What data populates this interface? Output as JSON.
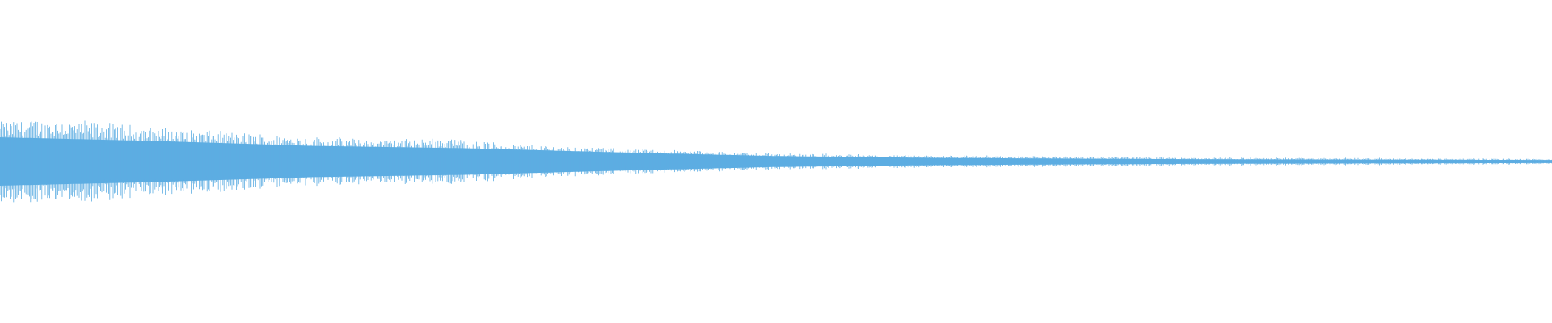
{
  "waveform": {
    "color": "#5dade2",
    "background": "#ffffff",
    "peak_envelope": [
      {
        "t": 0.0,
        "amp": 0.68
      },
      {
        "t": 0.03,
        "amp": 0.74
      },
      {
        "t": 0.06,
        "amp": 0.68
      },
      {
        "t": 0.1,
        "amp": 0.58
      },
      {
        "t": 0.15,
        "amp": 0.5
      },
      {
        "t": 0.2,
        "amp": 0.42
      },
      {
        "t": 0.25,
        "amp": 0.38
      },
      {
        "t": 0.29,
        "amp": 0.4
      },
      {
        "t": 0.33,
        "amp": 0.3
      },
      {
        "t": 0.4,
        "amp": 0.22
      },
      {
        "t": 0.5,
        "amp": 0.15
      },
      {
        "t": 0.6,
        "amp": 0.11
      },
      {
        "t": 0.7,
        "amp": 0.09
      },
      {
        "t": 0.8,
        "amp": 0.07
      },
      {
        "t": 0.9,
        "amp": 0.06
      },
      {
        "t": 1.0,
        "amp": 0.05
      }
    ],
    "body_envelope": [
      {
        "t": 0.0,
        "amp": 0.4
      },
      {
        "t": 0.1,
        "amp": 0.34
      },
      {
        "t": 0.2,
        "amp": 0.26
      },
      {
        "t": 0.3,
        "amp": 0.22
      },
      {
        "t": 0.4,
        "amp": 0.15
      },
      {
        "t": 0.5,
        "amp": 0.09
      },
      {
        "t": 0.6,
        "amp": 0.06
      },
      {
        "t": 0.7,
        "amp": 0.045
      },
      {
        "t": 0.8,
        "amp": 0.035
      },
      {
        "t": 1.0,
        "amp": 0.025
      }
    ]
  }
}
